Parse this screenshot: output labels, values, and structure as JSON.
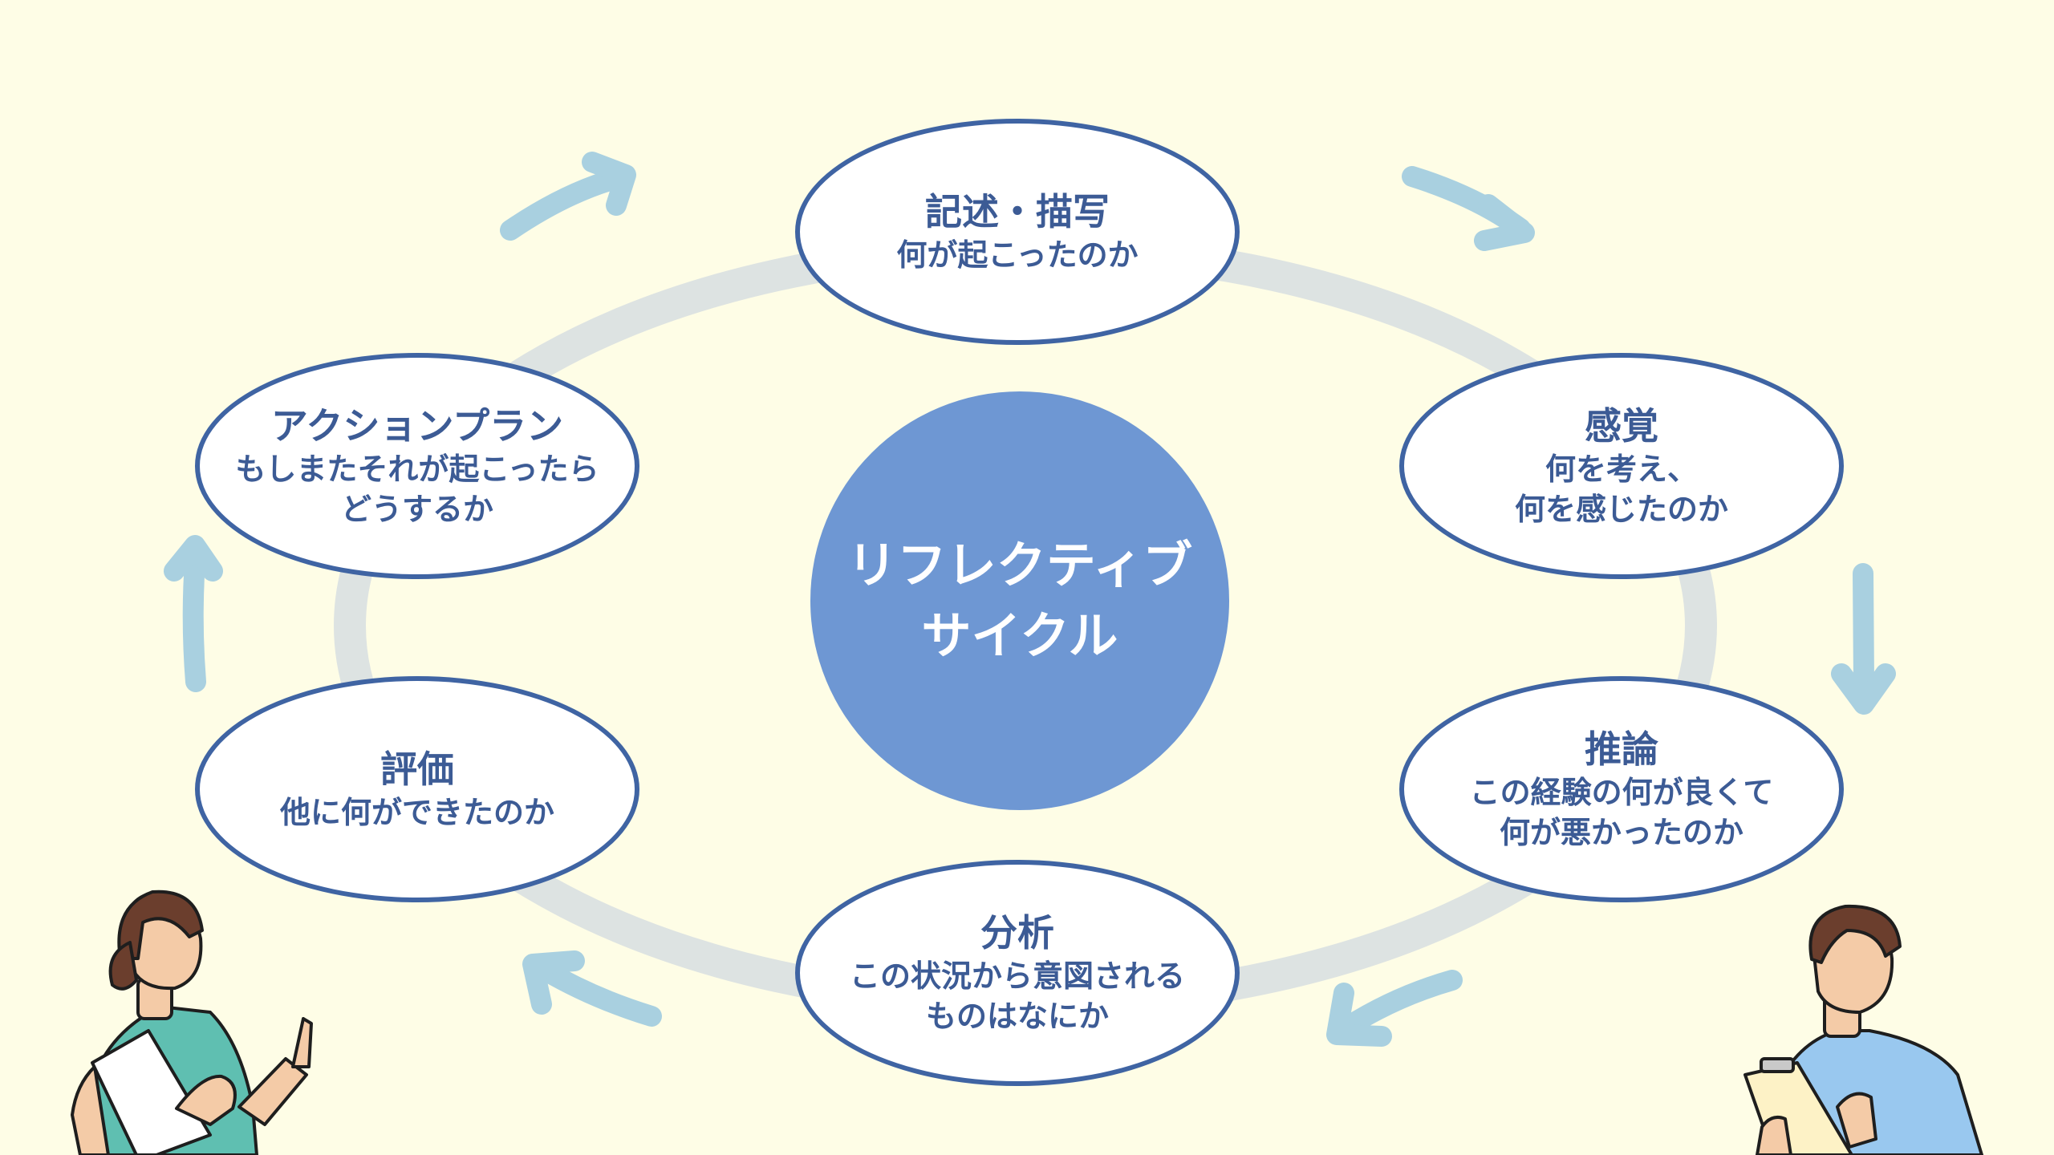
{
  "center": {
    "line1": "リフレクティブ",
    "line2": "サイクル"
  },
  "nodes": [
    {
      "title": "記述・描写",
      "desc": [
        "何が起こったのか"
      ]
    },
    {
      "title": "感覚",
      "desc": [
        "何を考え、",
        "何を感じたのか"
      ]
    },
    {
      "title": "推論",
      "desc": [
        "この経験の何が良くて",
        "何が悪かったのか"
      ]
    },
    {
      "title": "分析",
      "desc": [
        "この状況から意図される",
        "ものはなにか"
      ]
    },
    {
      "title": "評価",
      "desc": [
        "他に何ができたのか"
      ]
    },
    {
      "title": "アクションプラン",
      "desc": [
        "もしまたそれが起こったら",
        "どうするか"
      ]
    }
  ],
  "colors": {
    "background": "#fefde6",
    "node_border": "#3f64a3",
    "text": "#3c5b95",
    "center_fill": "#6e97d3",
    "ring": "#dde3e2",
    "arrow": "#a9d0e0"
  },
  "icons": [
    "arrow-icon",
    "nurse-illustration",
    "man-illustration"
  ]
}
